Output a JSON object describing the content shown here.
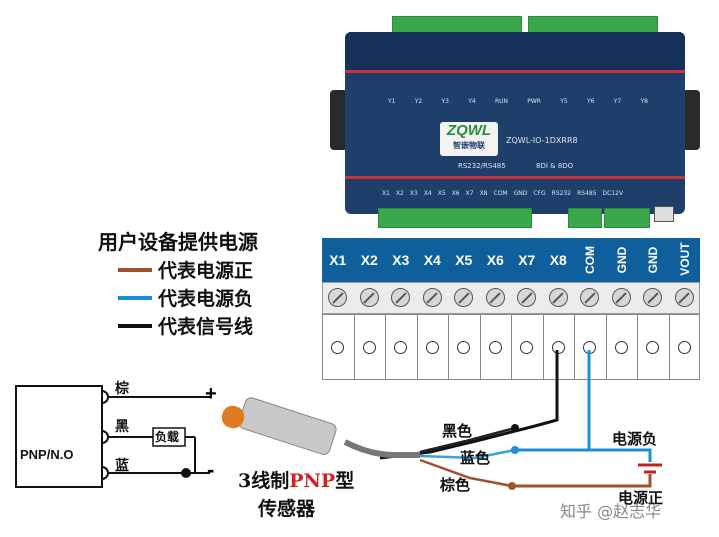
{
  "device": {
    "model": "ZQWL-IO-1DXRR8",
    "interfaces": "RS232/RS485",
    "io_spec": "8DI & 8DO",
    "brand": "ZQWL",
    "brand_cn": "智嵌物联",
    "led_labels": [
      "Y1",
      "Y2",
      "Y3",
      "Y4",
      "RUN",
      "PWR",
      "Y5",
      "Y6",
      "Y7",
      "Y8"
    ],
    "bottom_labels": [
      "X1",
      "X2",
      "X3",
      "X4",
      "X5",
      "X6",
      "X7",
      "X8",
      "COM",
      "GND",
      "CFG",
      "RS232",
      "RS485",
      "DC12V"
    ]
  },
  "legend": {
    "title": "用户设备提供电源",
    "items": [
      {
        "label": "代表电源正",
        "color": "#a0522d"
      },
      {
        "label": "代表电源负",
        "color": "#1a8fd6"
      },
      {
        "label": "代表信号线",
        "color": "#111111"
      }
    ]
  },
  "terminal_block": {
    "columns": [
      "X1",
      "X2",
      "X3",
      "X4",
      "X5",
      "X6",
      "X7",
      "X8",
      "COM",
      "GND",
      "GND",
      "VOUT"
    ],
    "header_color": "#0e5f9c"
  },
  "sensor_box": {
    "type_label": "PNP/N.O",
    "wire_labels": [
      "棕",
      "黑",
      "蓝"
    ],
    "load_label": "负载",
    "plus": "+",
    "minus": "-"
  },
  "sensor_caption": {
    "prefix": "3线制",
    "highlight": "PNP",
    "suffix": "型",
    "line2": "传感器",
    "highlight_color": "#d42020"
  },
  "wires": {
    "black": "黑色",
    "blue": "蓝色",
    "brown": "棕色"
  },
  "power": {
    "negative": "电源负",
    "positive": "电源正"
  },
  "watermark": "知乎 @赵志华"
}
